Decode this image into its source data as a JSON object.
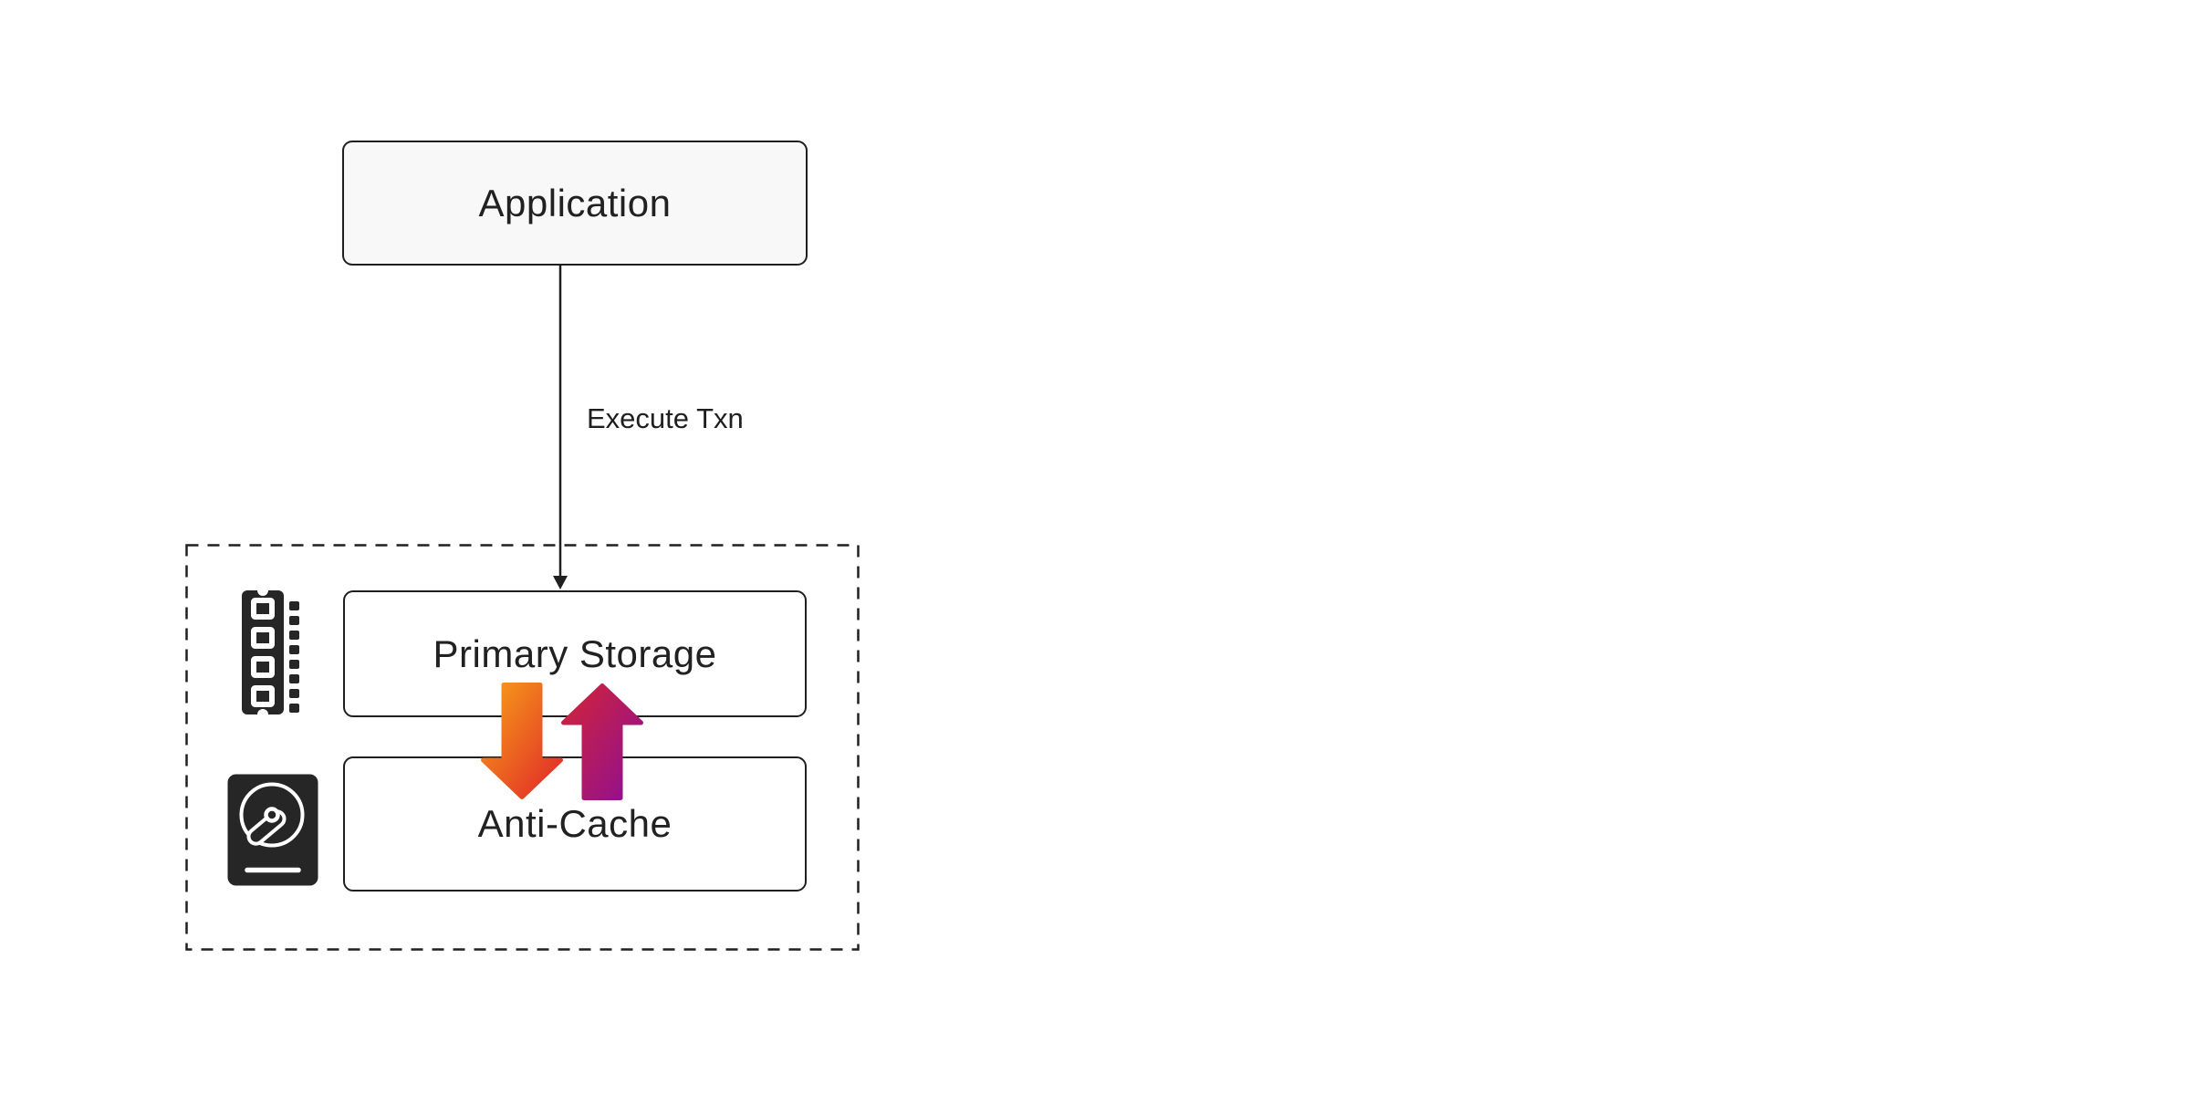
{
  "diagram": {
    "nodes": {
      "application": {
        "label": "Application"
      },
      "primary_storage": {
        "label": "Primary Storage"
      },
      "anti_cache": {
        "label": "Anti-Cache"
      }
    },
    "edges": {
      "execute_txn": {
        "label": "Execute Txn",
        "from": "application",
        "to": "primary_storage"
      }
    },
    "icons": {
      "memory": "ram-dimm-icon",
      "disk": "hard-disk-icon",
      "evict": "down-arrow-gradient-icon",
      "fetch": "up-arrow-gradient-icon"
    },
    "colors": {
      "background": "#ffffff",
      "node_border": "#1f1f1f",
      "application_fill": "#f8f8f8",
      "storage_fill": "#ffffff",
      "text": "#212121",
      "icon_fill": "#262626",
      "down_arrow_gradient_start": "#f7a019",
      "down_arrow_gradient_end": "#e02629",
      "up_arrow_gradient_start": "#d22437",
      "up_arrow_gradient_end": "#8e0f94"
    }
  }
}
